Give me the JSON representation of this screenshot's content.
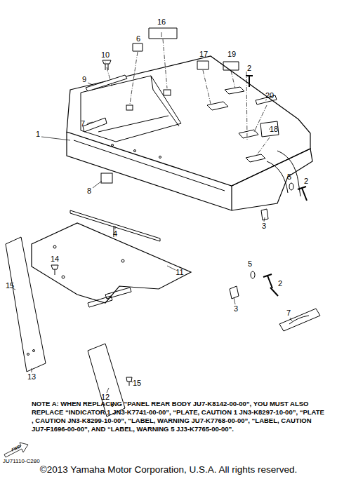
{
  "diagram": {
    "labels": [
      "16",
      "6",
      "17",
      "19",
      "10",
      "2",
      "20",
      "9",
      "18",
      "7",
      "5",
      "2",
      "1",
      "8",
      "3",
      "5",
      "2",
      "4",
      "15",
      "14",
      "11",
      "3",
      "7",
      "13",
      "15",
      "12",
      "NOTE A: WHEN REPLACING “PANEL REAR BODY JU7-K8142-00-00”, YOU MUST ALSO REPLACE “INDICATOR 1 JN3-K7741-00-00”, “PLATE, CAUTION 1 JN3-K8297-10-00”, “PLATE , CAUTION JN3-K8299-10-00”, “LABEL, WARNING JU7-K7768-00-00”, “LABEL, CAUTION JU7-F1696-00-00”, AND “LABEL, WARNING 5 JJ3-K7765-00-00”.",
      "FWD",
      "JU71110-C280",
      "©2013 Yamaha Motor Corporation, U.S.A. All rights reserved."
    ]
  }
}
